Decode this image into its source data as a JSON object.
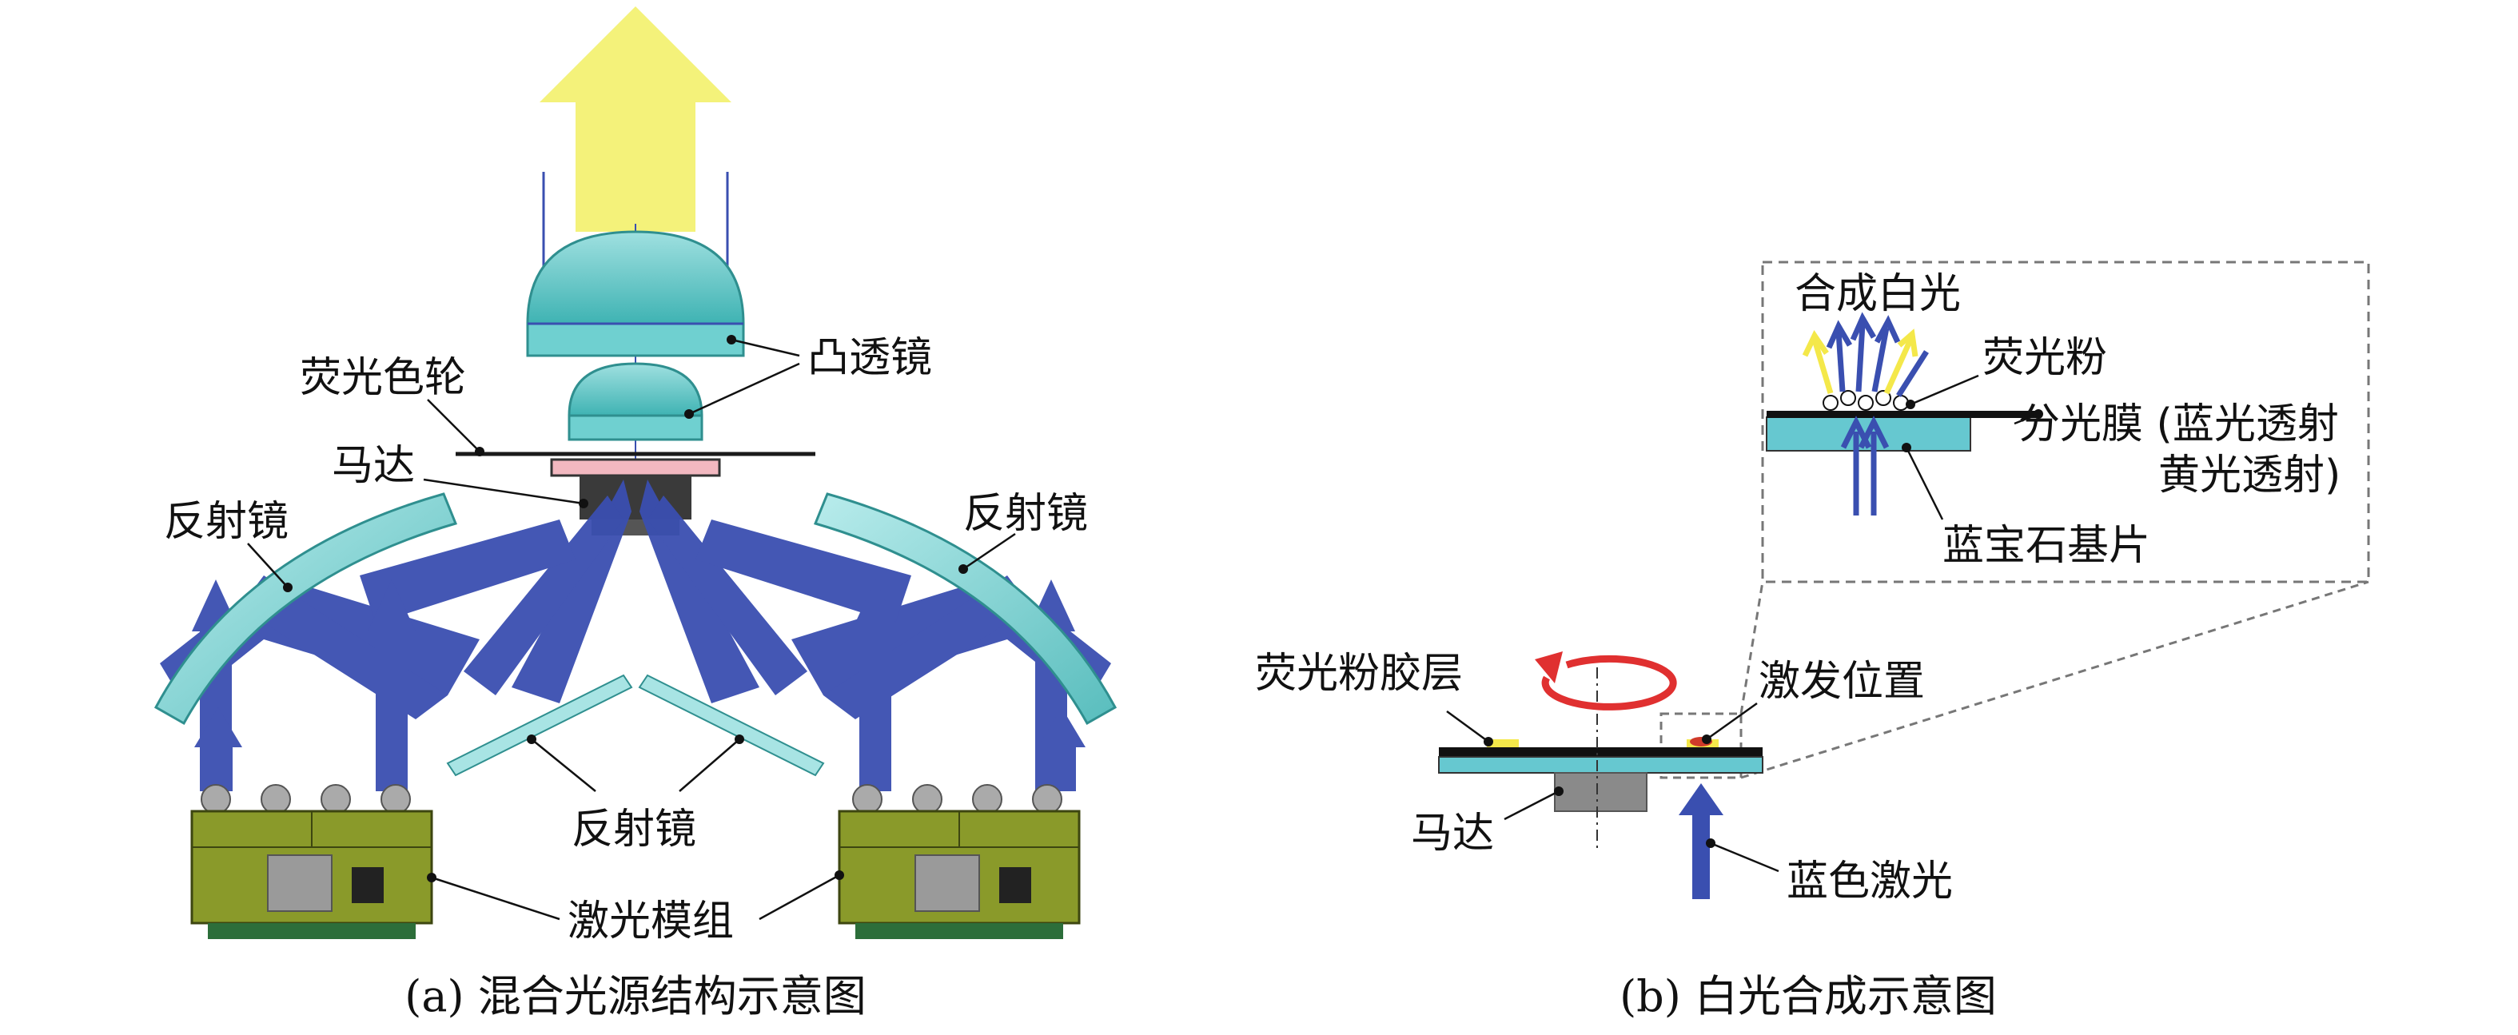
{
  "panel_a": {
    "caption": "(a) 混合光源结构示意图",
    "labels": {
      "convex_lens": "凸透镜",
      "phosphor_wheel": "荧光色轮",
      "motor": "马达",
      "mirror_left": "反射镜",
      "mirror_right": "反射镜",
      "mirror_center": "反射镜",
      "laser_module": "激光模组"
    }
  },
  "panel_b": {
    "caption": "(b) 白光合成示意图",
    "labels": {
      "phosphor_layer": "荧光粉胶层",
      "excitation_position": "激发位置",
      "motor": "马达",
      "blue_laser": "蓝色激光",
      "white_light": "合成白光",
      "phosphor": "荧光粉",
      "dichroic_film_line1": "分光膜 (蓝光透射",
      "dichroic_film_line2": "黄光透射)",
      "sapphire_substrate": "蓝宝石基片"
    }
  },
  "colors": {
    "lens": "#5cc8c8",
    "blue_light": "#3a4fb0",
    "yellow_light": "#f4f27a",
    "module": "#8a9a2a",
    "red_rotation": "#e03030"
  }
}
